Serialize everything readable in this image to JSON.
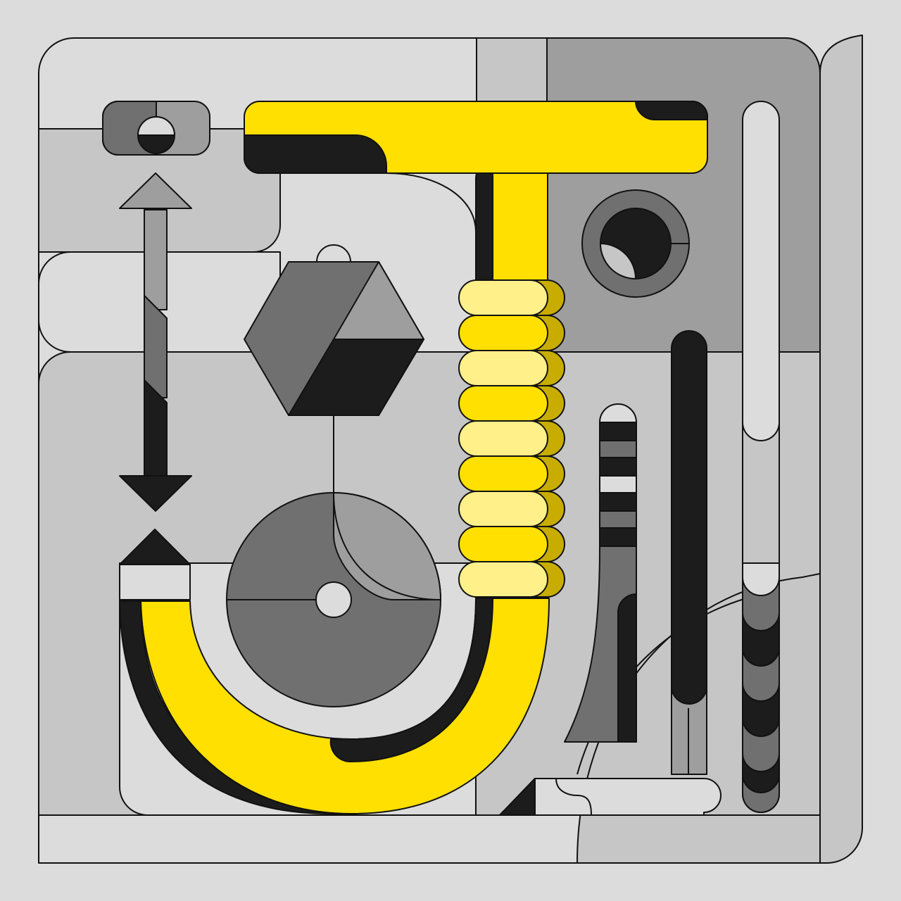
{
  "palette": {
    "background": "#dcdcdc",
    "light_gray": "#c6c6c6",
    "mid_gray": "#9e9e9e",
    "dark_gray": "#707070",
    "black": "#1c1c1c",
    "yellow": "#ffe000",
    "pale_yellow": "#fff08a",
    "mustard": "#c8ad00",
    "outline": "#111111"
  },
  "elements": {
    "t_handle": "t-handle-tool",
    "coil": "coiled-grip",
    "hook": "j-hook",
    "hexagon": "hexagon-weight",
    "disc": "pulley-disc",
    "arrow": "double-arrow",
    "toggle": "toggle-switch",
    "ring": "eyelet-ring"
  }
}
